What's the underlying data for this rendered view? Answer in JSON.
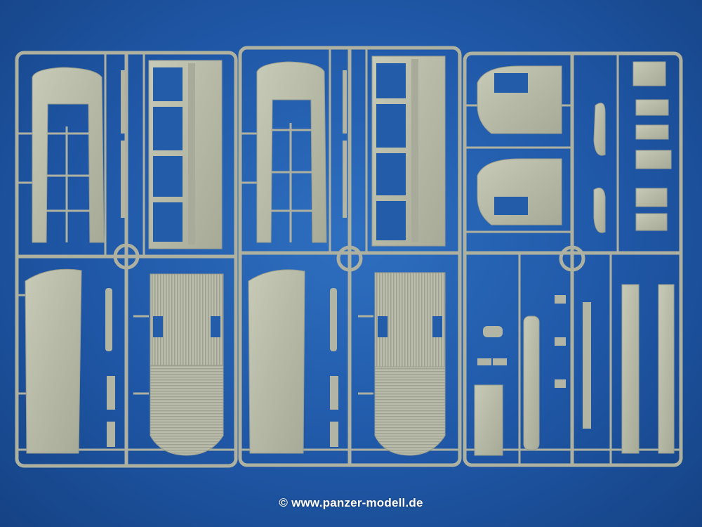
{
  "photo": {
    "subject": "plastic model kit sprues",
    "background_color": "#1f57a6",
    "plastic_color": "#b9bcaa",
    "sprue_count": 3
  },
  "watermark": {
    "symbol": "©",
    "url": "www.panzer-modell.de"
  }
}
